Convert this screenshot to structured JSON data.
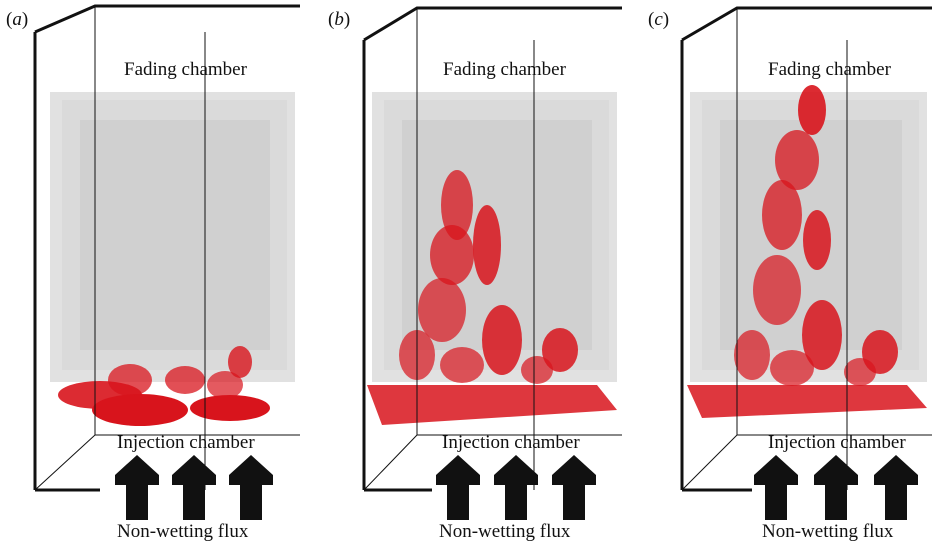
{
  "panels": [
    {
      "tag_open": "(",
      "tag_letter": "a",
      "tag_close": ")",
      "fading": "Fading chamber",
      "injection": "Injection chamber",
      "flux": "Non-wetting flux",
      "invasion_level": 0.12
    },
    {
      "tag_open": "(",
      "tag_letter": "b",
      "tag_close": ")",
      "fading": "Fading chamber",
      "injection": "Injection chamber",
      "flux": "Non-wetting flux",
      "invasion_level": 0.62
    },
    {
      "tag_open": "(",
      "tag_letter": "c",
      "tag_close": ")",
      "fading": "Fading chamber",
      "injection": "Injection chamber",
      "flux": "Non-wetting flux",
      "invasion_level": 0.9
    }
  ],
  "colors": {
    "box_edge": "#111111",
    "porous_medium": "#b9b9b9",
    "non_wetting_fluid": "#d8141c",
    "arrow": "#111111"
  },
  "icons": [
    "up-arrow-icon"
  ]
}
